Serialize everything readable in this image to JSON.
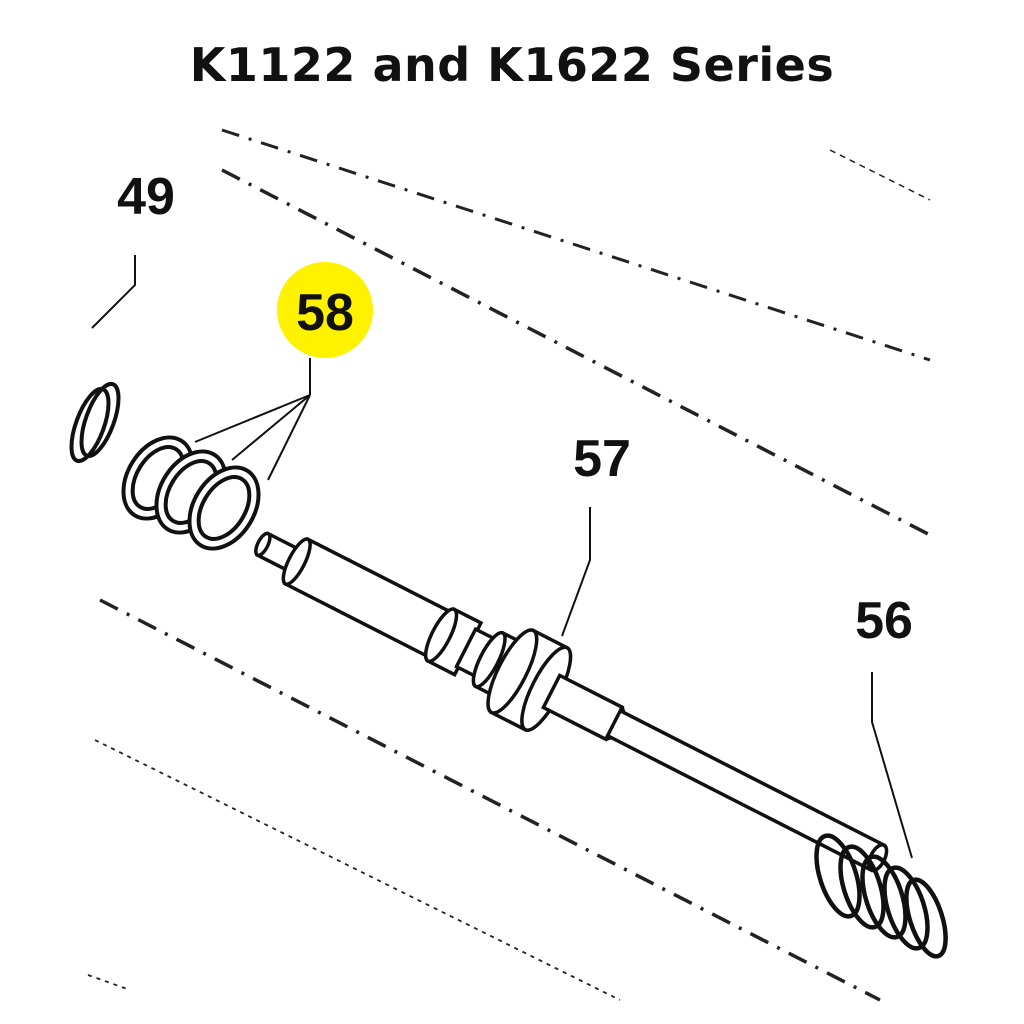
{
  "title": "K1122 and K1622 Series",
  "colors": {
    "highlight": "#fff200",
    "line": "#111111",
    "background": "#ffffff"
  },
  "callouts": [
    {
      "id": "49",
      "label": "49",
      "highlighted": false
    },
    {
      "id": "58",
      "label": "58",
      "highlighted": true
    },
    {
      "id": "57",
      "label": "57",
      "highlighted": false
    },
    {
      "id": "56",
      "label": "56",
      "highlighted": false
    }
  ]
}
